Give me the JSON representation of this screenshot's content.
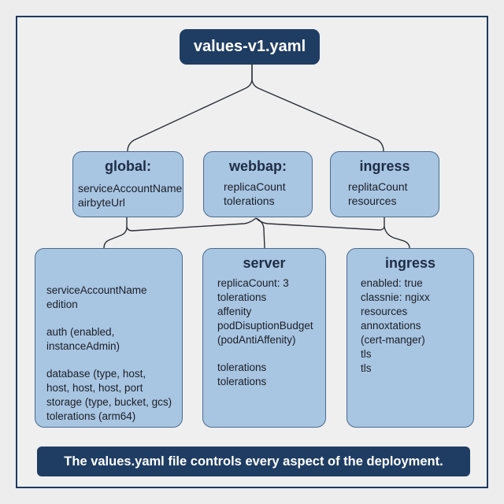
{
  "root": {
    "label": "values-v1.yaml"
  },
  "level1": [
    {
      "title": "global:",
      "items": [
        "serviceAccountName",
        "airbyteUrl"
      ]
    },
    {
      "title": "webbap:",
      "items": [
        "replicaCount",
        "tolerations"
      ]
    },
    {
      "title": "ingress",
      "items": [
        "replitaCount",
        "resources"
      ]
    }
  ],
  "level2": [
    {
      "title": "",
      "items": [
        "serviceAccountName",
        "edition",
        "",
        "auth (enabled,",
        "instanceAdmin)",
        "",
        "database (type, host,",
        "host,  host, host, port",
        "storage (type, bucket, gcs)",
        "tolerations (arm64)"
      ]
    },
    {
      "title": "server",
      "items": [
        "replicaCount: 3",
        "tolerations",
        "affenity",
        "podDisuptionBudget",
        "(podAntiAffenity)",
        "",
        "tolerations",
        "tolerations"
      ]
    },
    {
      "title": "ingress",
      "items": [
        "enabled: true",
        "classnie: ngixx",
        "resources",
        "annoxtations",
        "(cert-manger)",
        "tls",
        "tls"
      ]
    }
  ],
  "footer": {
    "text": "The values.yaml file controls every aspect of the deployment."
  },
  "colors": {
    "navy": "#1f3d63",
    "box_fill": "#a8c5e2",
    "box_border": "#4b6b8f",
    "background": "#ededed"
  }
}
